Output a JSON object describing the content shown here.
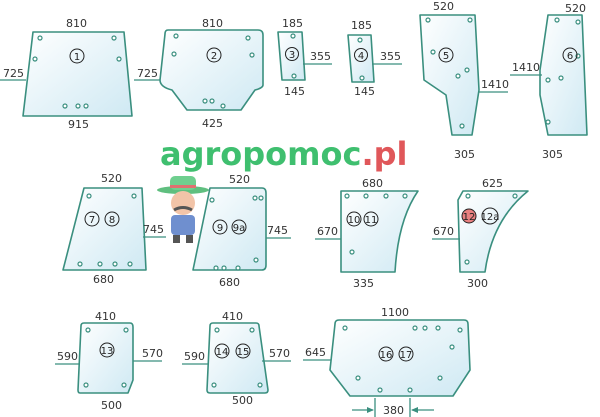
{
  "watermark": {
    "main": "agropomoc",
    "suffix": ".pl"
  },
  "colors": {
    "stroke": "#3a8f7f",
    "highlight": "#e07070"
  },
  "panels": [
    {
      "id": "1",
      "dims": {
        "top": "810",
        "side": "725",
        "bottom": "915"
      }
    },
    {
      "id": "2",
      "dims": {
        "top": "810",
        "side": "725",
        "bottom": "425"
      }
    },
    {
      "id": "3",
      "dims": {
        "top": "185",
        "side": "355",
        "bottom": "145"
      }
    },
    {
      "id": "4",
      "dims": {
        "top": "185",
        "side": "355",
        "bottom": "145"
      }
    },
    {
      "id": "5",
      "dims": {
        "top": "520",
        "side": "1410",
        "bottom": "305"
      }
    },
    {
      "id": "6",
      "dims": {
        "top": "520",
        "side": "1410",
        "bottom": "305"
      }
    },
    {
      "id": "7",
      "id2": "8",
      "dims": {
        "top": "520",
        "side": "745",
        "bottom": "680"
      }
    },
    {
      "id": "9",
      "id2": "9a",
      "dims": {
        "top": "520",
        "side": "745",
        "bottom": "680"
      }
    },
    {
      "id": "10",
      "id2": "11",
      "dims": {
        "top": "680",
        "side": "670",
        "bottom": "335"
      }
    },
    {
      "id": "12",
      "id2": "12a",
      "dims": {
        "top": "625",
        "side": "670",
        "bottom": "300"
      }
    },
    {
      "id": "13",
      "dims": {
        "top": "410",
        "left": "590",
        "side": "570",
        "bottom": "500"
      }
    },
    {
      "id": "14",
      "id2": "15",
      "dims": {
        "top": "410",
        "left": "590",
        "side": "570",
        "bottom": "500"
      }
    },
    {
      "id": "16",
      "id2": "17",
      "dims": {
        "top": "1100",
        "side": "645",
        "bottom": "380"
      }
    }
  ]
}
